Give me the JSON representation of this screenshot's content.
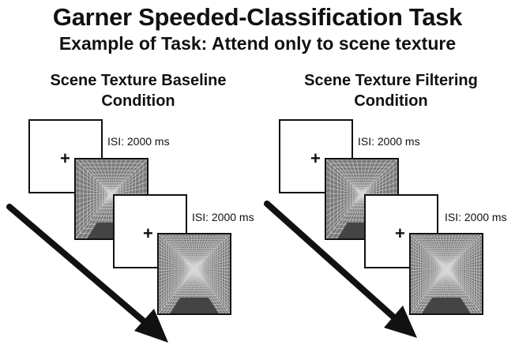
{
  "title": "Garner Speeded-Classification Task",
  "subtitle": "Example of Task: Attend only to scene texture",
  "panels": [
    {
      "condition_line1": "Scene Texture Baseline",
      "condition_line2": "Condition",
      "fixation": "+",
      "isi_1": "ISI: 2000 ms",
      "isi_2": "ISI: 2000 ms"
    },
    {
      "condition_line1": "Scene Texture Filtering",
      "condition_line2": "Condition",
      "fixation": "+",
      "isi_1": "ISI: 2000 ms",
      "isi_2": "ISI: 2000 ms"
    }
  ],
  "colors": {
    "ink": "#111111",
    "scene_grey": "#7a7a7a",
    "floor": "#444444"
  }
}
